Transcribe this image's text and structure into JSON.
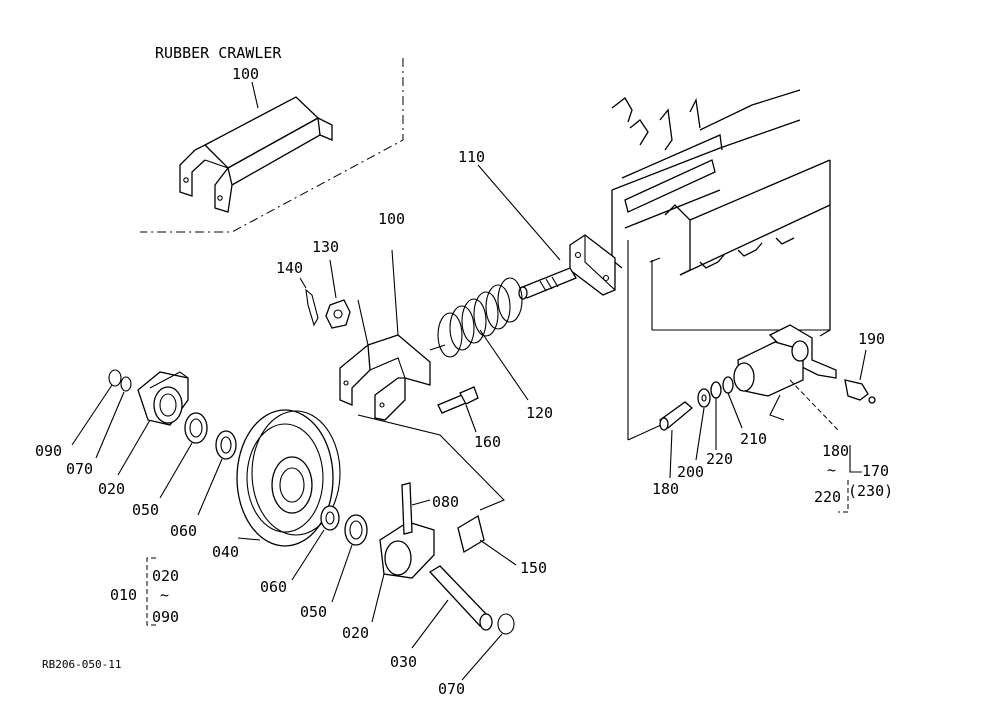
{
  "labels": {
    "title": "RUBBER CRAWLER",
    "p100_top": "100",
    "p100_mid": "100",
    "p110": "110",
    "p120": "120",
    "p130": "130",
    "p140": "140",
    "p150": "150",
    "p160": "160",
    "p170": "170",
    "p170_alt": "(230)",
    "p180_a": "180",
    "p180_b": "180",
    "p190": "190",
    "p200": "200",
    "p210": "210",
    "p220_a": "220",
    "p220_b": "220",
    "p010": "010",
    "p010_from": "020",
    "p010_to": "090",
    "p020_a": "020",
    "p020_b": "020",
    "p030": "030",
    "p040": "040",
    "p050_a": "050",
    "p050_b": "050",
    "p060_a": "060",
    "p060_b": "060",
    "p070_a": "070",
    "p070_b": "070",
    "p080": "080",
    "p090": "090",
    "range_tilde_1": "~",
    "range_tilde_2": "~",
    "code": "RB206-050-11"
  }
}
